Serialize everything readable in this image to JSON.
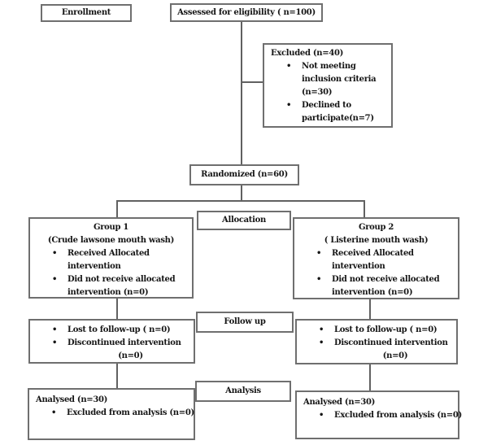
{
  "page": {
    "background": "#ffffff",
    "box_border_color": "#6f6f6f",
    "connector_color": "#616161",
    "text_color": "#161616"
  },
  "nodes": {
    "enrollment": {
      "label": "Enrollment"
    },
    "assessed": {
      "label": "Assessed for  eligibility ( n=100)"
    },
    "excluded": {
      "title": "Excluded (n=40)",
      "bullets": [
        "Not meeting inclusion criteria (n=30)",
        "Declined to participate(n=7)"
      ]
    },
    "randomized": {
      "label": "Randomized (n=60)"
    },
    "allocation": {
      "label": "Allocation"
    },
    "group1": {
      "title": "Group 1",
      "subtitle": "(Crude lawsone mouth wash)",
      "bullets": [
        "Received Allocated intervention",
        "Did not receive allocated intervention (n=0)"
      ]
    },
    "group2": {
      "title": "Group 2",
      "subtitle": "( Listerine mouth wash)",
      "bullets": [
        "Received Allocated intervention",
        "Did not receive allocated intervention (n=0)"
      ]
    },
    "followup_label": {
      "label": "Follow up"
    },
    "followup1": {
      "bullets": [
        "Lost to follow-up ( n=0)",
        "Discontinued intervention"
      ],
      "continuation": "(n=0)"
    },
    "followup2": {
      "bullets": [
        "Lost to follow-up ( n=0)",
        "Discontinued intervention"
      ],
      "continuation": "(n=0)"
    },
    "analysis_label": {
      "label": "Analysis"
    },
    "analysis1": {
      "title": "Analysed  (n=30)",
      "bullets": [
        "Excluded from analysis (n=0)"
      ]
    },
    "analysis2": {
      "title": "Analysed  (n=30)",
      "bullets": [
        "Excluded from analysis (n=0)"
      ]
    }
  }
}
